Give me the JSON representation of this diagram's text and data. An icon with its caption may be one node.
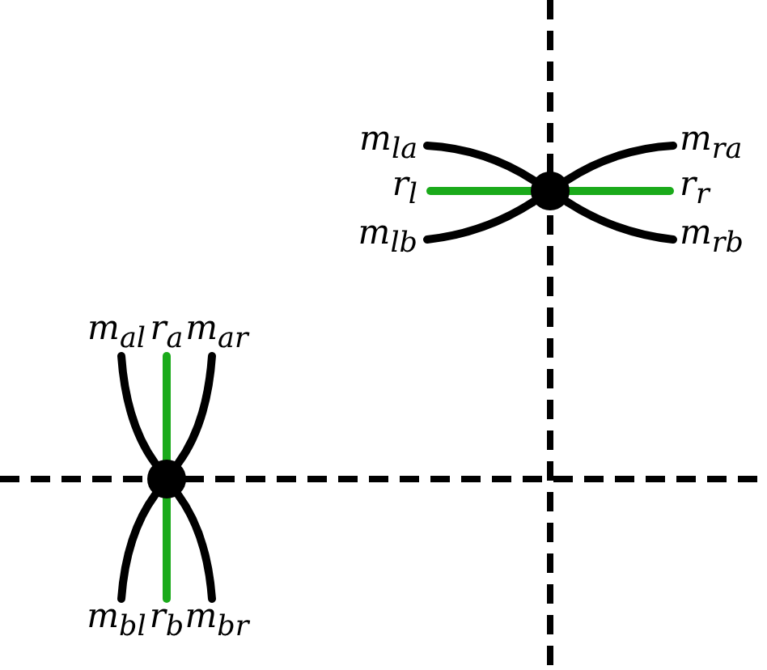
{
  "diagram": {
    "nodes": [
      {
        "text": [],
        "shape": "circle"
      },
      {
        "text": [
          "m$_{la}$"
        ]
      },
      {
        "text": [
          "r$_{l}$"
        ]
      },
      {
        "text": [
          "m$_{lb}$"
        ]
      },
      {
        "text": [
          "m$_{ra}$"
        ]
      },
      {
        "text": [
          "r$_{r}$"
        ]
      },
      {
        "text": [
          "m$_{rb}$"
        ]
      },
      {
        "text": [],
        "shape": "circle"
      },
      {
        "text": [
          "m$_{al}$"
        ]
      },
      {
        "text": [
          "r$_{a}$"
        ]
      },
      {
        "text": [
          "m$_{ar}$"
        ]
      },
      {
        "text": [
          "m$_{bl}$"
        ]
      },
      {
        "text": [
          "r$_{b}$"
        ]
      },
      {
        "text": [
          "m$_{br}$"
        ]
      }
    ],
    "edges": [
      {
        "from": 1,
        "to": 0,
        "arrow": "none"
      },
      {
        "from": 2,
        "to": 0,
        "arrow": "none",
        "color": "#1aaa1a"
      },
      {
        "from": 3,
        "to": 0,
        "arrow": "none"
      },
      {
        "from": 4,
        "to": 0,
        "arrow": "none"
      },
      {
        "from": 5,
        "to": 0,
        "arrow": "none",
        "color": "#1aaa1a"
      },
      {
        "from": 6,
        "to": 0,
        "arrow": "none"
      },
      {
        "from": 8,
        "to": 7,
        "arrow": "none"
      },
      {
        "from": 9,
        "to": 7,
        "arrow": "none",
        "color": "#1aaa1a"
      },
      {
        "from": 10,
        "to": 7,
        "arrow": "none"
      },
      {
        "from": 11,
        "to": 7,
        "arrow": "none"
      },
      {
        "from": 12,
        "to": 7,
        "arrow": "none",
        "color": "#1aaa1a"
      },
      {
        "from": 13,
        "to": 7,
        "arrow": "none"
      }
    ]
  }
}
